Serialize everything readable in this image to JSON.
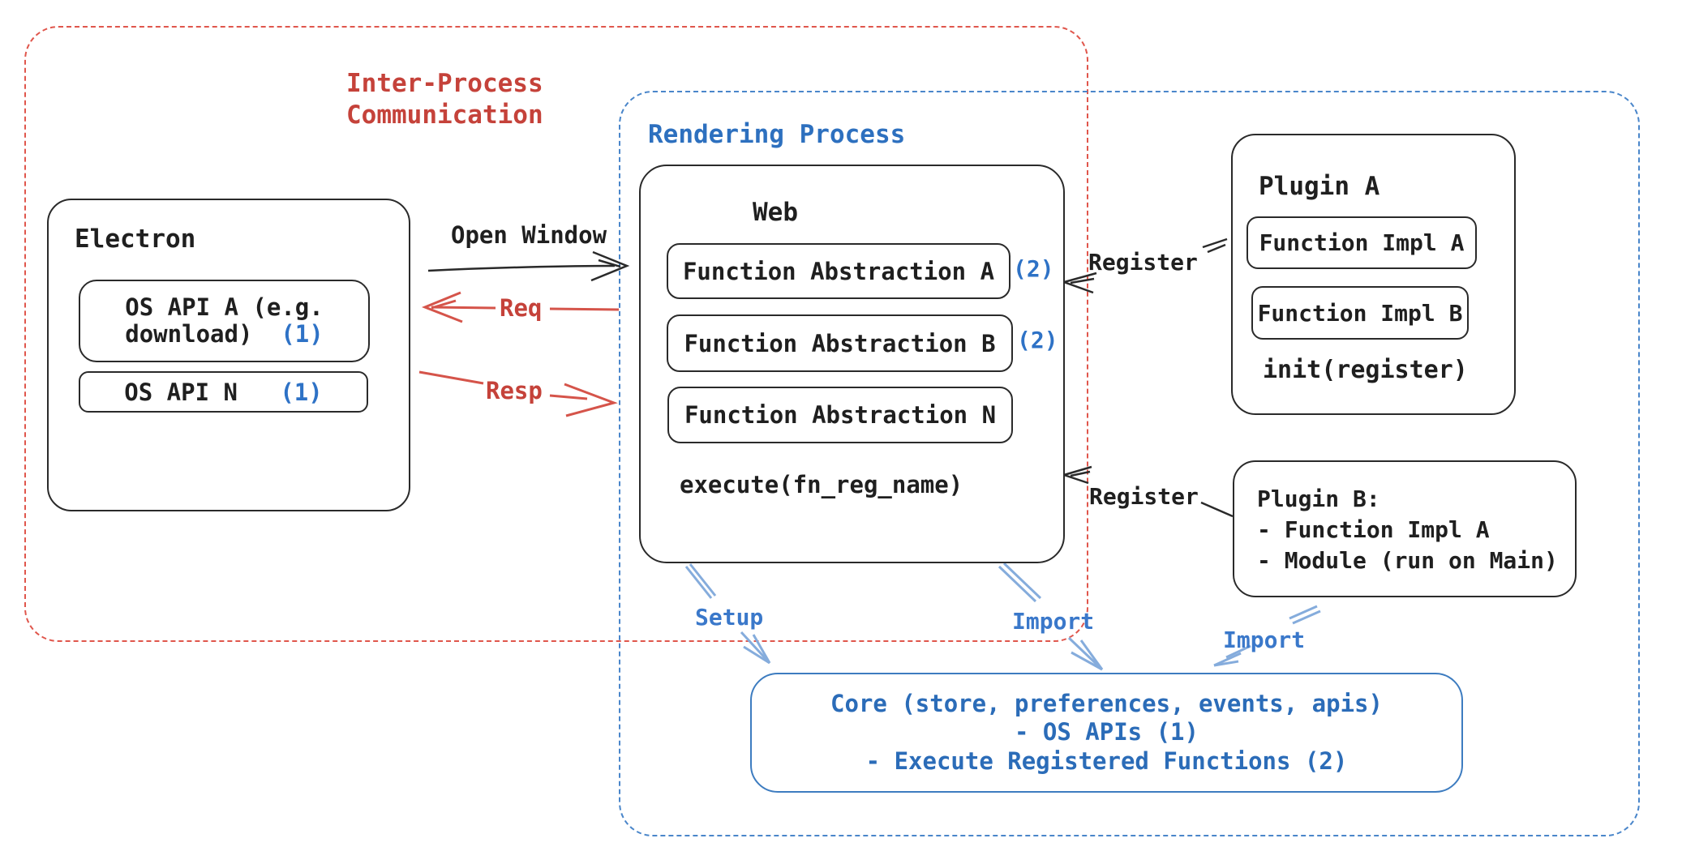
{
  "ipc_group": {
    "label_line1": "Inter-Process",
    "label_line2": "Communication"
  },
  "rendering_group": {
    "label": "Rendering Process"
  },
  "electron": {
    "title": "Electron",
    "apis": [
      {
        "name_line1": "OS API A (e.g.",
        "name_line2": "download)",
        "badge": "(1)"
      },
      {
        "name": "OS API N",
        "badge": "(1)"
      }
    ]
  },
  "web": {
    "title": "Web",
    "abstractions": [
      {
        "label": "Function Abstraction A",
        "badge": "(2)"
      },
      {
        "label": "Function Abstraction B",
        "badge": "(2)"
      },
      {
        "label": "Function Abstraction N",
        "badge": ""
      }
    ],
    "method": "execute(fn_reg_name)"
  },
  "plugin_a": {
    "title": "Plugin A",
    "impls": [
      {
        "label": "Function Impl A"
      },
      {
        "label": "Function Impl B"
      }
    ],
    "method": "init(register)"
  },
  "plugin_b": {
    "title": "Plugin B:",
    "items": [
      {
        "label": "- Function Impl A"
      },
      {
        "label": "- Module (run on Main)"
      }
    ]
  },
  "core": {
    "line1": "Core (store, preferences, events, apis)",
    "line2": "- OS APIs (1)",
    "line3": "- Execute Registered Functions (2)"
  },
  "arrows": {
    "open_window": "Open Window",
    "req": "Req",
    "resp": "Resp",
    "register_top": "Register",
    "register_bottom": "Register",
    "setup": "Setup",
    "import_left": "Import",
    "import_right": "Import"
  },
  "colors": {
    "red_dash": "#e0564c",
    "red_text": "#c5423a",
    "red_arrow": "#d5544a",
    "blue_dash": "#4a86ca",
    "blue_text": "#2d70bf",
    "blue_badge": "#2e72c6",
    "blue_arrow_light": "#85acdc",
    "core_border": "#3d7cc0",
    "black": "#2a2a2a"
  }
}
